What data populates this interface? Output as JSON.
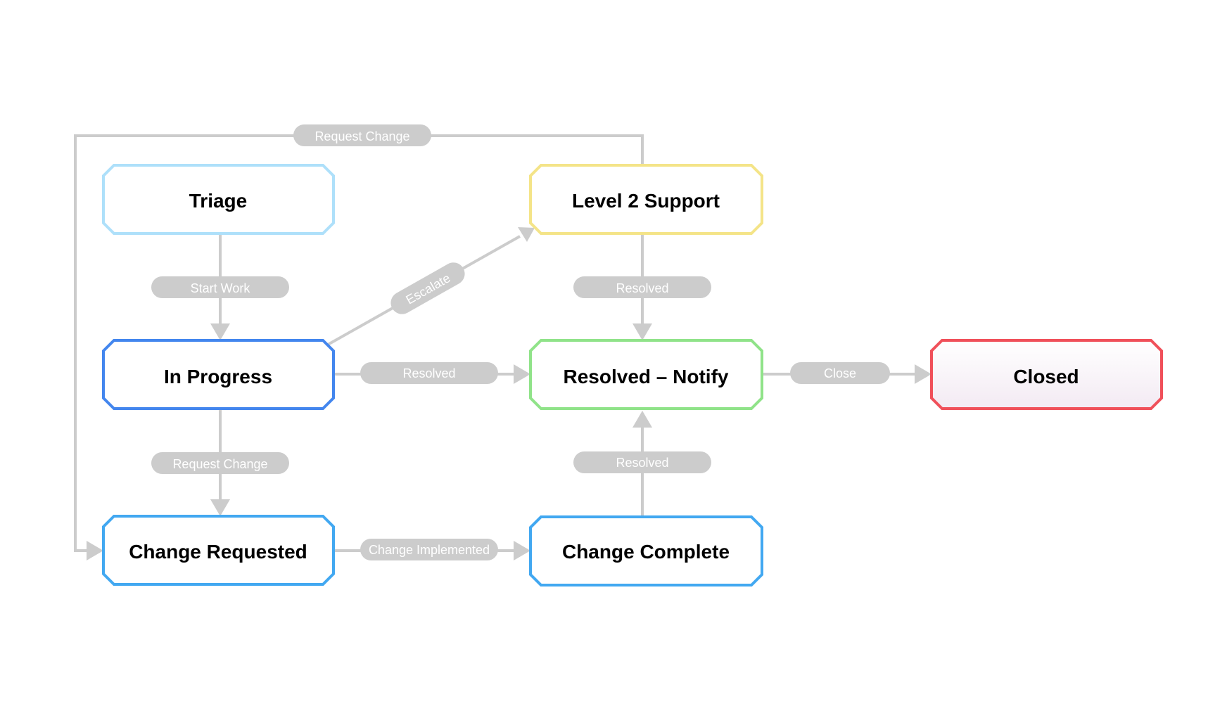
{
  "colors": {
    "edge": "#cccccc",
    "pill": "#cccccc",
    "pill_text": "#ffffff",
    "node_fill": "#ffffff",
    "closed_fill_top": "#ffffff",
    "closed_fill_bottom": "#f3eaf3"
  },
  "nodes": {
    "triage": {
      "label": "Triage",
      "border": "#aee0fa"
    },
    "in_progress": {
      "label": "In Progress",
      "border": "#4386ee"
    },
    "change_requested": {
      "label": "Change Requested",
      "border": "#42a8f1"
    },
    "level2": {
      "label": "Level 2 Support",
      "border": "#f4e488"
    },
    "resolved_notify": {
      "label": "Resolved – Notify",
      "border": "#90e389"
    },
    "change_complete": {
      "label": "Change Complete",
      "border": "#42a8f1"
    },
    "closed": {
      "label": "Closed",
      "border": "#f0505a"
    }
  },
  "edges": {
    "start_work": {
      "label": "Start Work"
    },
    "request_change_down": {
      "label": "Request Change"
    },
    "escalate": {
      "label": "Escalate"
    },
    "resolved_inprogress": {
      "label": "Resolved"
    },
    "resolved_level2": {
      "label": "Resolved"
    },
    "resolved_change_complete": {
      "label": "Resolved"
    },
    "change_implemented": {
      "label": "Change Implemented"
    },
    "close": {
      "label": "Close"
    },
    "request_change_top": {
      "label": "Request Change"
    }
  }
}
